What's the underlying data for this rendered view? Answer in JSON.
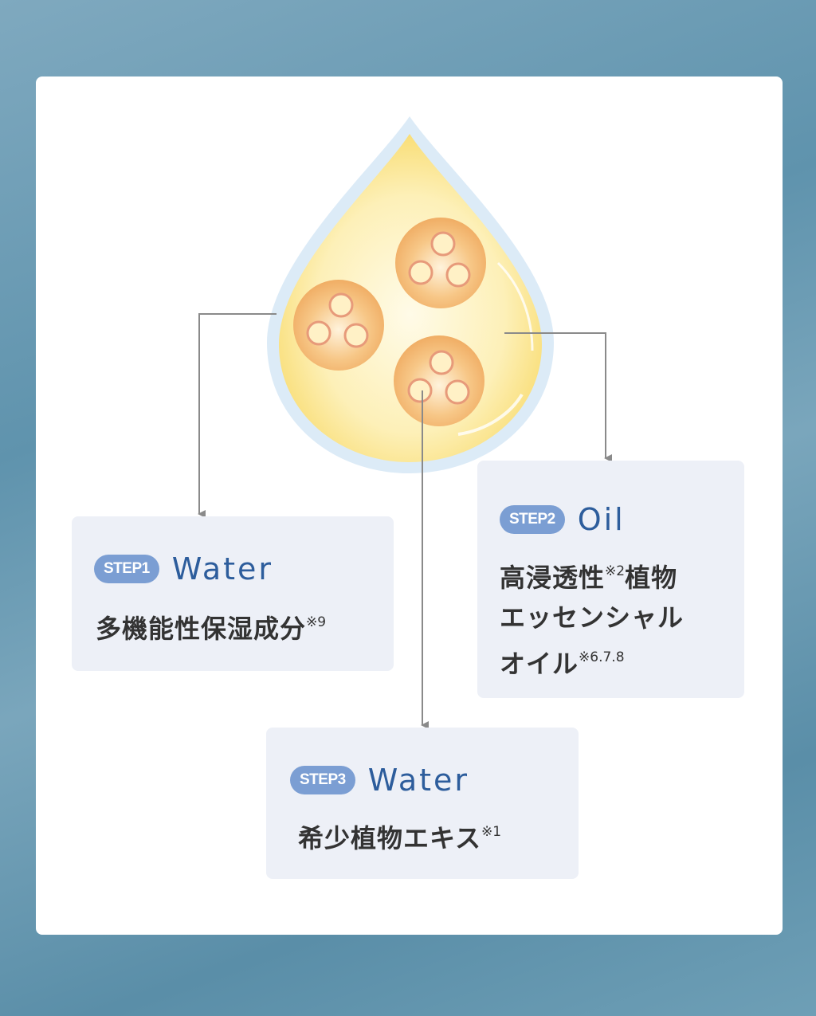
{
  "steps": [
    {
      "badge": "STEP1",
      "title": "Water",
      "lines": [
        "多機能性保湿成分"
      ],
      "note": "※9"
    },
    {
      "badge": "STEP2",
      "title": "Oil",
      "line1": "高浸透性",
      "note1": "※2",
      "line1b": "植物",
      "line2": "エッセンシャル",
      "line3": "オイル",
      "note3": "※6.7.8"
    },
    {
      "badge": "STEP3",
      "title": "Water",
      "lines": [
        "希少植物エキス"
      ],
      "note": "※1"
    }
  ],
  "colors": {
    "badge": "#7b9ed3",
    "title": "#2d5d9c",
    "box": "#edf0f7",
    "drop": "#fbe39a"
  }
}
